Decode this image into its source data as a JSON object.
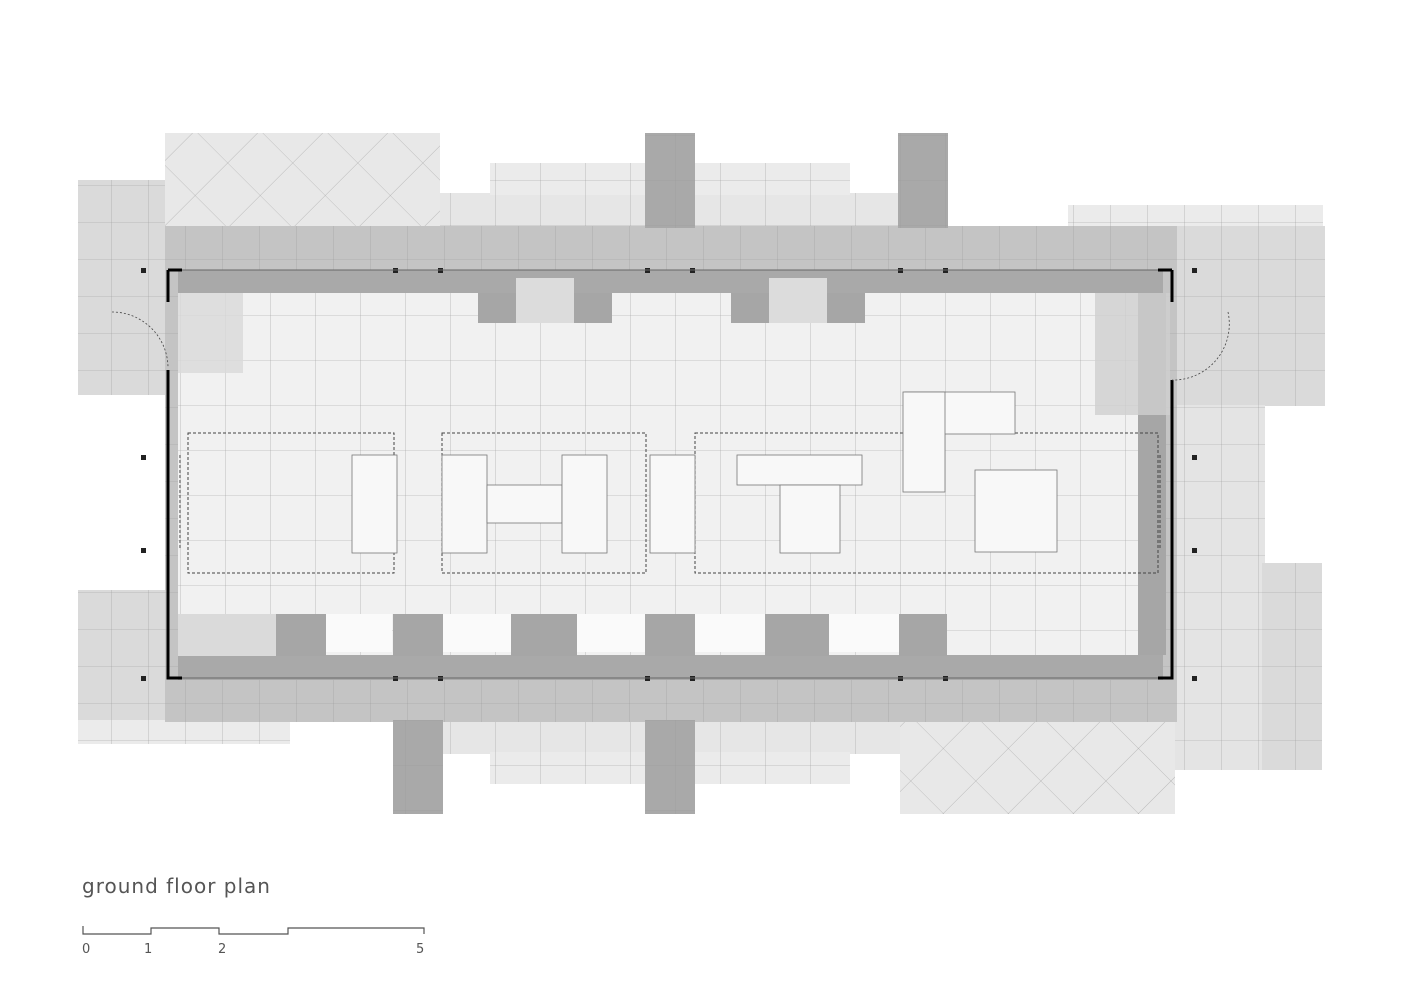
{
  "title": "ground floor plan",
  "scale_bar": {
    "ticks": [
      "0",
      "1",
      "2",
      "5"
    ]
  },
  "colors": {
    "paving_light": "#e6e6e6",
    "paving_mid": "#d7d7d7",
    "paving_dark": "#a6a6a6",
    "floor_interior": "#f1f1f1",
    "grid_line": "#9a9a9a",
    "wall": "#000000",
    "fixture": "#f8f8f8"
  }
}
